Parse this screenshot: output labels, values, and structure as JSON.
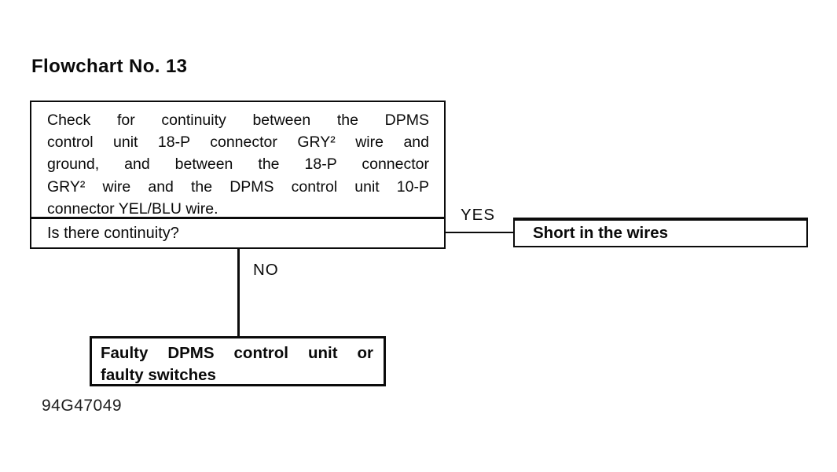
{
  "title": "Flowchart No. 13",
  "figure_code": "94G47049",
  "colors": {
    "ink": "#0a0a0a",
    "background": "#ffffff"
  },
  "flowchart": {
    "step_box": {
      "text": "Check for continuity between the DPMS control unit 18-P connector GRY² wire and ground, and between the 18-P connector GRY² wire and the DPMS control unit 10-P connector YEL/BLU wire.",
      "lines": [
        "Check for continuity between the DPMS",
        "control unit 18-P connector GRY² wire and",
        "ground, and between the 18-P connector",
        "GRY² wire and the DPMS control unit 10-P",
        "connector YEL/BLU wire."
      ]
    },
    "question_box": {
      "text": "Is there continuity?"
    },
    "yes_label": "YES",
    "no_label": "NO",
    "yes_result_box": {
      "text": "Short in the wires"
    },
    "no_result_box": {
      "text": "Faulty DPMS control unit or faulty switches",
      "lines": [
        "Faulty DPMS control unit or",
        "faulty switches"
      ]
    }
  }
}
